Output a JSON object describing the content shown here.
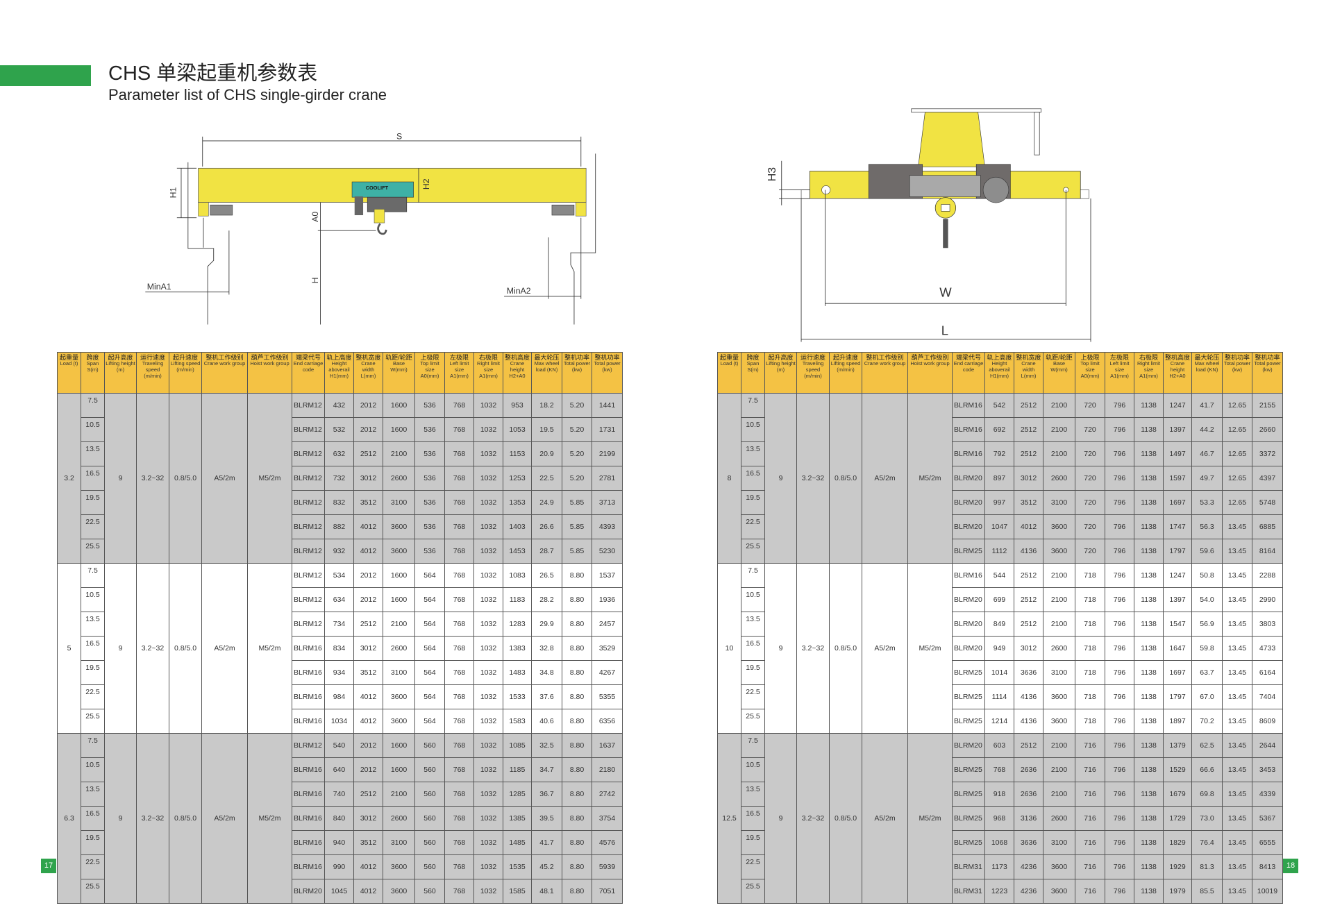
{
  "header": {
    "title_cn": "CHS 单梁起重机参数表",
    "title_en": "Parameter list of CHS single-girder crane"
  },
  "left_diagram": {
    "brand": "COOLIFT",
    "labels": {
      "S": "S",
      "H1": "H1",
      "H2": "H2",
      "A0": "A0",
      "H": "H",
      "MinA1": "MinA1",
      "MinA2": "MinA2"
    }
  },
  "right_diagram": {
    "labels": {
      "H3": "H3",
      "W": "W",
      "L": "L"
    }
  },
  "colors": {
    "accent_green": "#2fa34c",
    "header_yellow": "#f4c244",
    "girder_yellow": "#f1e343",
    "row_gray": "#c9c9c9"
  },
  "columns": [
    {
      "zh": "起重量",
      "en": "Load (t)"
    },
    {
      "zh": "跨度",
      "en": "Span S(m)"
    },
    {
      "zh": "起升高度",
      "en": "Lifting height (m)"
    },
    {
      "zh": "运行速度",
      "en": "Traveling speed (m/min)"
    },
    {
      "zh": "起升速度",
      "en": "Lifting speed (m/min)"
    },
    {
      "zh": "整机工作级别",
      "en": "Crane work group"
    },
    {
      "zh": "葫芦工作级别",
      "en": "Hoist work group"
    },
    {
      "zh": "端梁代号",
      "en": "End carriage code"
    },
    {
      "zh": "轨上高度",
      "en": "Height aboverail H1(mm)"
    },
    {
      "zh": "整机宽度",
      "en": "Crane width L(mm)"
    },
    {
      "zh": "轨距/轮距",
      "en": "Base W(mm)"
    },
    {
      "zh": "上极限",
      "en": "Top limit size A0(mm)"
    },
    {
      "zh": "左极限",
      "en": "Left limit size A1(mm)"
    },
    {
      "zh": "右极限",
      "en": "Right limit size A1(mm)"
    },
    {
      "zh": "整机高度",
      "en": "Crane height H2+A0"
    },
    {
      "zh": "最大轮压",
      "en": "Max wheel load (KN)"
    },
    {
      "zh": "整机功率",
      "en": "Total power (kw)"
    },
    {
      "zh": "整机功率",
      "en": "Total power (kw)"
    }
  ],
  "tables": [
    {
      "page_number": "17",
      "groups": [
        {
          "load": "3.2",
          "lifting_height": "9",
          "traveling_speed": "3.2~32",
          "lifting_speed": "0.8/5.0",
          "crane_group": "A5/2m",
          "hoist_group": "M5/2m",
          "rows": [
            [
              "7.5",
              "BLRM12",
              "432",
              "2012",
              "1600",
              "536",
              "768",
              "1032",
              "953",
              "18.2",
              "5.20",
              "1441"
            ],
            [
              "10.5",
              "BLRM12",
              "532",
              "2012",
              "1600",
              "536",
              "768",
              "1032",
              "1053",
              "19.5",
              "5.20",
              "1731"
            ],
            [
              "13.5",
              "BLRM12",
              "632",
              "2512",
              "2100",
              "536",
              "768",
              "1032",
              "1153",
              "20.9",
              "5.20",
              "2199"
            ],
            [
              "16.5",
              "BLRM12",
              "732",
              "3012",
              "2600",
              "536",
              "768",
              "1032",
              "1253",
              "22.5",
              "5.20",
              "2781"
            ],
            [
              "19.5",
              "BLRM12",
              "832",
              "3512",
              "3100",
              "536",
              "768",
              "1032",
              "1353",
              "24.9",
              "5.85",
              "3713"
            ],
            [
              "22.5",
              "BLRM12",
              "882",
              "4012",
              "3600",
              "536",
              "768",
              "1032",
              "1403",
              "26.6",
              "5.85",
              "4393"
            ],
            [
              "25.5",
              "BLRM12",
              "932",
              "4012",
              "3600",
              "536",
              "768",
              "1032",
              "1453",
              "28.7",
              "5.85",
              "5230"
            ]
          ]
        },
        {
          "load": "5",
          "lifting_height": "9",
          "traveling_speed": "3.2~32",
          "lifting_speed": "0.8/5.0",
          "crane_group": "A5/2m",
          "hoist_group": "M5/2m",
          "rows": [
            [
              "7.5",
              "BLRM12",
              "534",
              "2012",
              "1600",
              "564",
              "768",
              "1032",
              "1083",
              "26.5",
              "8.80",
              "1537"
            ],
            [
              "10.5",
              "BLRM12",
              "634",
              "2012",
              "1600",
              "564",
              "768",
              "1032",
              "1183",
              "28.2",
              "8.80",
              "1936"
            ],
            [
              "13.5",
              "BLRM12",
              "734",
              "2512",
              "2100",
              "564",
              "768",
              "1032",
              "1283",
              "29.9",
              "8.80",
              "2457"
            ],
            [
              "16.5",
              "BLRM16",
              "834",
              "3012",
              "2600",
              "564",
              "768",
              "1032",
              "1383",
              "32.8",
              "8.80",
              "3529"
            ],
            [
              "19.5",
              "BLRM16",
              "934",
              "3512",
              "3100",
              "564",
              "768",
              "1032",
              "1483",
              "34.8",
              "8.80",
              "4267"
            ],
            [
              "22.5",
              "BLRM16",
              "984",
              "4012",
              "3600",
              "564",
              "768",
              "1032",
              "1533",
              "37.6",
              "8.80",
              "5355"
            ],
            [
              "25.5",
              "BLRM16",
              "1034",
              "4012",
              "3600",
              "564",
              "768",
              "1032",
              "1583",
              "40.6",
              "8.80",
              "6356"
            ]
          ]
        },
        {
          "load": "6.3",
          "lifting_height": "9",
          "traveling_speed": "3.2~32",
          "lifting_speed": "0.8/5.0",
          "crane_group": "A5/2m",
          "hoist_group": "M5/2m",
          "rows": [
            [
              "7.5",
              "BLRM12",
              "540",
              "2012",
              "1600",
              "560",
              "768",
              "1032",
              "1085",
              "32.5",
              "8.80",
              "1637"
            ],
            [
              "10.5",
              "BLRM16",
              "640",
              "2012",
              "1600",
              "560",
              "768",
              "1032",
              "1185",
              "34.7",
              "8.80",
              "2180"
            ],
            [
              "13.5",
              "BLRM16",
              "740",
              "2512",
              "2100",
              "560",
              "768",
              "1032",
              "1285",
              "36.7",
              "8.80",
              "2742"
            ],
            [
              "16.5",
              "BLRM16",
              "840",
              "3012",
              "2600",
              "560",
              "768",
              "1032",
              "1385",
              "39.5",
              "8.80",
              "3754"
            ],
            [
              "19.5",
              "BLRM16",
              "940",
              "3512",
              "3100",
              "560",
              "768",
              "1032",
              "1485",
              "41.7",
              "8.80",
              "4576"
            ],
            [
              "22.5",
              "BLRM16",
              "990",
              "4012",
              "3600",
              "560",
              "768",
              "1032",
              "1535",
              "45.2",
              "8.80",
              "5939"
            ],
            [
              "25.5",
              "BLRM20",
              "1045",
              "4012",
              "3600",
              "560",
              "768",
              "1032",
              "1585",
              "48.1",
              "8.80",
              "7051"
            ]
          ]
        }
      ]
    },
    {
      "page_number": "18",
      "groups": [
        {
          "load": "8",
          "lifting_height": "9",
          "traveling_speed": "3.2~32",
          "lifting_speed": "0.8/5.0",
          "crane_group": "A5/2m",
          "hoist_group": "M5/2m",
          "rows": [
            [
              "7.5",
              "BLRM16",
              "542",
              "2512",
              "2100",
              "720",
              "796",
              "1138",
              "1247",
              "41.7",
              "12.65",
              "2155"
            ],
            [
              "10.5",
              "BLRM16",
              "692",
              "2512",
              "2100",
              "720",
              "796",
              "1138",
              "1397",
              "44.2",
              "12.65",
              "2660"
            ],
            [
              "13.5",
              "BLRM16",
              "792",
              "2512",
              "2100",
              "720",
              "796",
              "1138",
              "1497",
              "46.7",
              "12.65",
              "3372"
            ],
            [
              "16.5",
              "BLRM20",
              "897",
              "3012",
              "2600",
              "720",
              "796",
              "1138",
              "1597",
              "49.7",
              "12.65",
              "4397"
            ],
            [
              "19.5",
              "BLRM20",
              "997",
              "3512",
              "3100",
              "720",
              "796",
              "1138",
              "1697",
              "53.3",
              "12.65",
              "5748"
            ],
            [
              "22.5",
              "BLRM20",
              "1047",
              "4012",
              "3600",
              "720",
              "796",
              "1138",
              "1747",
              "56.3",
              "13.45",
              "6885"
            ],
            [
              "25.5",
              "BLRM25",
              "1112",
              "4136",
              "3600",
              "720",
              "796",
              "1138",
              "1797",
              "59.6",
              "13.45",
              "8164"
            ]
          ]
        },
        {
          "load": "10",
          "lifting_height": "9",
          "traveling_speed": "3.2~32",
          "lifting_speed": "0.8/5.0",
          "crane_group": "A5/2m",
          "hoist_group": "M5/2m",
          "rows": [
            [
              "7.5",
              "BLRM16",
              "544",
              "2512",
              "2100",
              "718",
              "796",
              "1138",
              "1247",
              "50.8",
              "13.45",
              "2288"
            ],
            [
              "10.5",
              "BLRM20",
              "699",
              "2512",
              "2100",
              "718",
              "796",
              "1138",
              "1397",
              "54.0",
              "13.45",
              "2990"
            ],
            [
              "13.5",
              "BLRM20",
              "849",
              "2512",
              "2100",
              "718",
              "796",
              "1138",
              "1547",
              "56.9",
              "13.45",
              "3803"
            ],
            [
              "16.5",
              "BLRM20",
              "949",
              "3012",
              "2600",
              "718",
              "796",
              "1138",
              "1647",
              "59.8",
              "13.45",
              "4733"
            ],
            [
              "19.5",
              "BLRM25",
              "1014",
              "3636",
              "3100",
              "718",
              "796",
              "1138",
              "1697",
              "63.7",
              "13.45",
              "6164"
            ],
            [
              "22.5",
              "BLRM25",
              "1114",
              "4136",
              "3600",
              "718",
              "796",
              "1138",
              "1797",
              "67.0",
              "13.45",
              "7404"
            ],
            [
              "25.5",
              "BLRM25",
              "1214",
              "4136",
              "3600",
              "718",
              "796",
              "1138",
              "1897",
              "70.2",
              "13.45",
              "8609"
            ]
          ]
        },
        {
          "load": "12.5",
          "lifting_height": "9",
          "traveling_speed": "3.2~32",
          "lifting_speed": "0.8/5.0",
          "crane_group": "A5/2m",
          "hoist_group": "M5/2m",
          "rows": [
            [
              "7.5",
              "BLRM20",
              "603",
              "2512",
              "2100",
              "716",
              "796",
              "1138",
              "1379",
              "62.5",
              "13.45",
              "2644"
            ],
            [
              "10.5",
              "BLRM25",
              "768",
              "2636",
              "2100",
              "716",
              "796",
              "1138",
              "1529",
              "66.6",
              "13.45",
              "3453"
            ],
            [
              "13.5",
              "BLRM25",
              "918",
              "2636",
              "2100",
              "716",
              "796",
              "1138",
              "1679",
              "69.8",
              "13.45",
              "4339"
            ],
            [
              "16.5",
              "BLRM25",
              "968",
              "3136",
              "2600",
              "716",
              "796",
              "1138",
              "1729",
              "73.0",
              "13.45",
              "5367"
            ],
            [
              "19.5",
              "BLRM25",
              "1068",
              "3636",
              "3100",
              "716",
              "796",
              "1138",
              "1829",
              "76.4",
              "13.45",
              "6555"
            ],
            [
              "22.5",
              "BLRM31",
              "1173",
              "4236",
              "3600",
              "716",
              "796",
              "1138",
              "1929",
              "81.3",
              "13.45",
              "8413"
            ],
            [
              "25.5",
              "BLRM31",
              "1223",
              "4236",
              "3600",
              "716",
              "796",
              "1138",
              "1979",
              "85.5",
              "13.45",
              "10019"
            ]
          ]
        }
      ]
    }
  ]
}
